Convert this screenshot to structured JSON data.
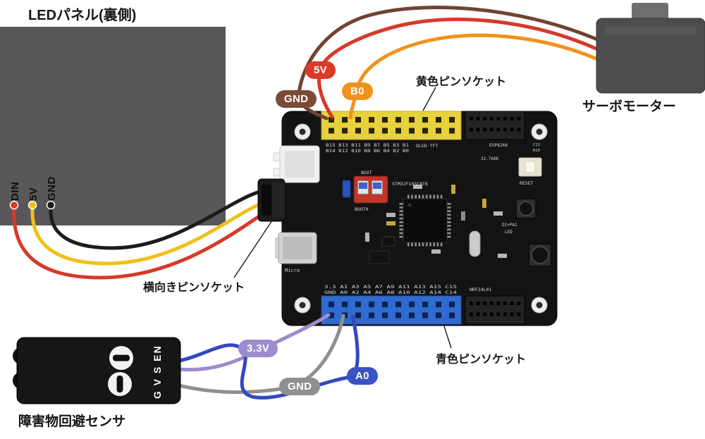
{
  "led_panel": {
    "title": "LEDパネル(裏側)",
    "pins": [
      {
        "label": "DIN",
        "color": "#d63a2a"
      },
      {
        "label": "5V",
        "color": "#f0c01a"
      },
      {
        "label": "GND",
        "color": "#1c1c1c"
      }
    ]
  },
  "servo": {
    "label": "サーボモーター"
  },
  "sensor": {
    "label": "障害物回避センサ",
    "pins_label": "G V S EN"
  },
  "annotations": {
    "yellow_socket": "黄色ピンソケット",
    "side_socket": "横向きピンソケット",
    "blue_socket": "青色ピンソケット"
  },
  "wire_tags": {
    "servo_gnd": {
      "label": "GND",
      "color": "#7a4b39"
    },
    "servo_5v": {
      "label": "5V",
      "color": "#dc3a28"
    },
    "servo_b0": {
      "label": "B0",
      "color": "#f0921e"
    },
    "sensor_33v": {
      "label": "3.3V",
      "color": "#9d8ccc"
    },
    "sensor_gnd": {
      "label": "GND",
      "color": "#8f8f8f"
    },
    "sensor_a0": {
      "label": "A0",
      "color": "#3a52c4"
    }
  },
  "wires": {
    "red": "#d63a2a",
    "yellow": "#f0c01a",
    "black": "#1c1c1c",
    "brown": "#6f4433",
    "orange": "#f0921e",
    "purple": "#9d8ccc",
    "gray": "#8f8f8f",
    "blue": "#3548c0"
  },
  "board": {
    "silkscreen": {
      "pin_row_b1": "B15 B13 B11 B9 B7 B5 B3 B1",
      "pin_row_b2": "B14 B12 B10 B8 B6 B4 B2 B0",
      "oled": "OLED·TFT",
      "esp": "ESP8266",
      "c13": "C13",
      "r10": "R10",
      "xtal": "32.768K",
      "boot": "BOOT",
      "boot0": "BOOT0",
      "mcu": "STM32F103C8T6",
      "reset": "RESET",
      "micro": "Micro",
      "nrf": "NRF24L01",
      "d2pa1": "D2+PA1",
      "led": "LED",
      "pin_row_a1": "3.3 A1 A3 A5 A7 A9 A11 A13 A15 C15",
      "pin_row_a2": "GND A0 A2 A4 A6 A8 A10 A12 A14 C14"
    }
  }
}
